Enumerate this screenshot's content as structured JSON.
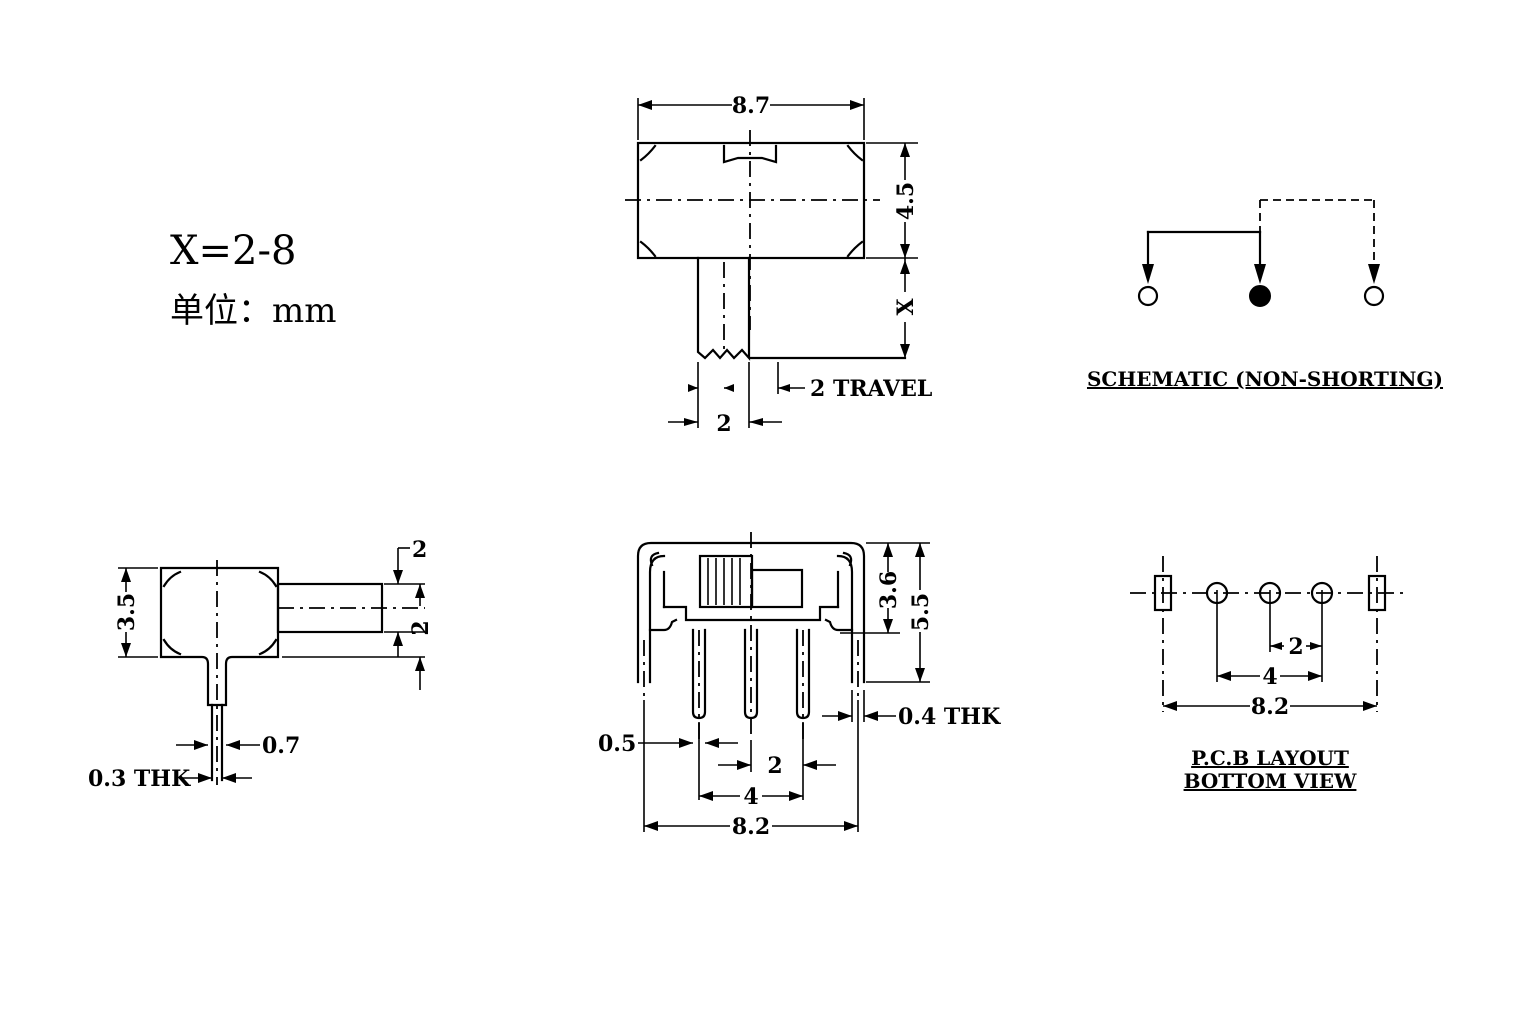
{
  "header": {
    "x_range": "X=2-8",
    "unit": "单位：mm"
  },
  "top_view": {
    "width": "8.7",
    "height": "4.5",
    "x": "X",
    "actuator": "2",
    "travel": "2 TRAVEL"
  },
  "schematic": {
    "caption": "SCHEMATIC (NON-SHORTING)"
  },
  "side_view": {
    "height": "3.5",
    "top_offset": "2",
    "actuator": "2",
    "pin": "0.7",
    "thickness": "0.3 THK"
  },
  "front_view": {
    "body_height": "3.6",
    "total_height": "5.5",
    "pin_width": "0.5",
    "tab_thickness": "0.4 THK",
    "pitch": "2",
    "pin_span": "4",
    "width": "8.2"
  },
  "pcb_layout": {
    "pitch": "2",
    "pin_span": "4",
    "width": "8.2",
    "caption_line1": "P.C.B LAYOUT",
    "caption_line2": "BOTTOM VIEW"
  }
}
